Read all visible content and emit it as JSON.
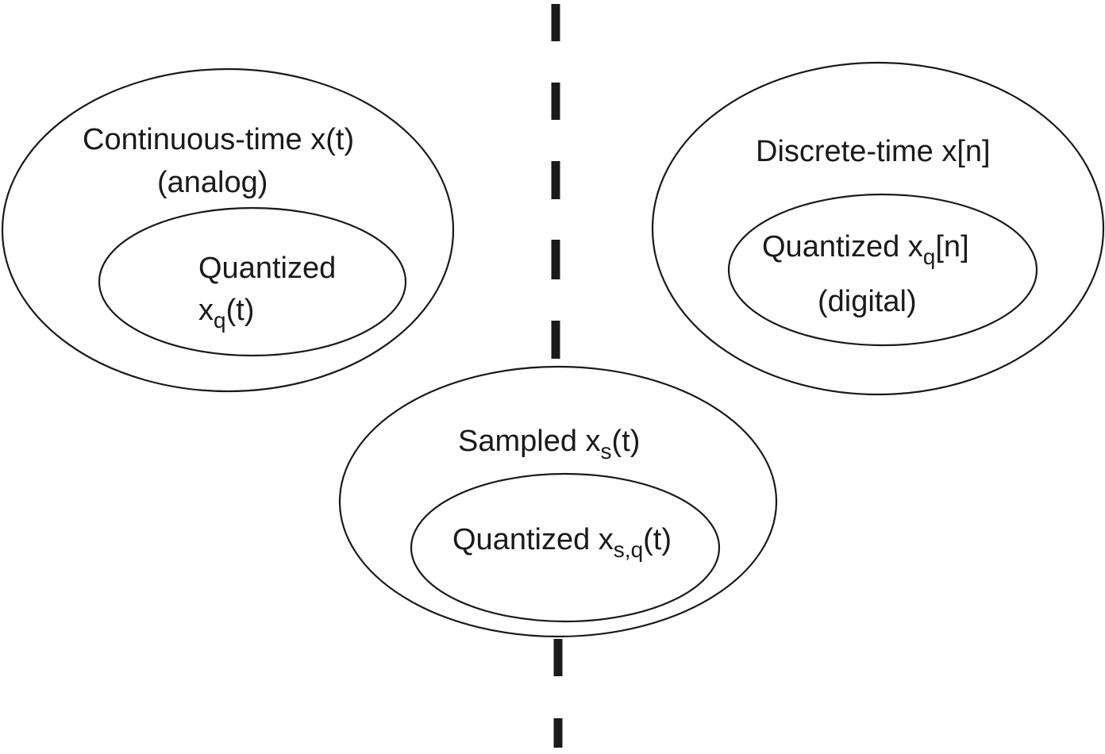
{
  "colors": {
    "ink": "#1a1a1a",
    "background": "#ffffff"
  },
  "continuous": {
    "title": "Continuous-time x(t)",
    "subtitle": "(analog)",
    "inner": {
      "line1": "Quantized",
      "line2_base": "x",
      "line2_sub": "q",
      "line2_tail": "(t)"
    }
  },
  "discrete": {
    "title": "Discrete-time x[n]",
    "inner": {
      "line1_base": "Quantized x",
      "line1_sub": "q",
      "line1_tail": "[n]",
      "line2": "(digital)"
    }
  },
  "sampled": {
    "title_base": "Sampled x",
    "title_sub": "s",
    "title_tail": "(t)",
    "inner": {
      "line1_base": "Quantized x",
      "line1_sub": "s,q",
      "line1_tail": "(t)"
    }
  }
}
